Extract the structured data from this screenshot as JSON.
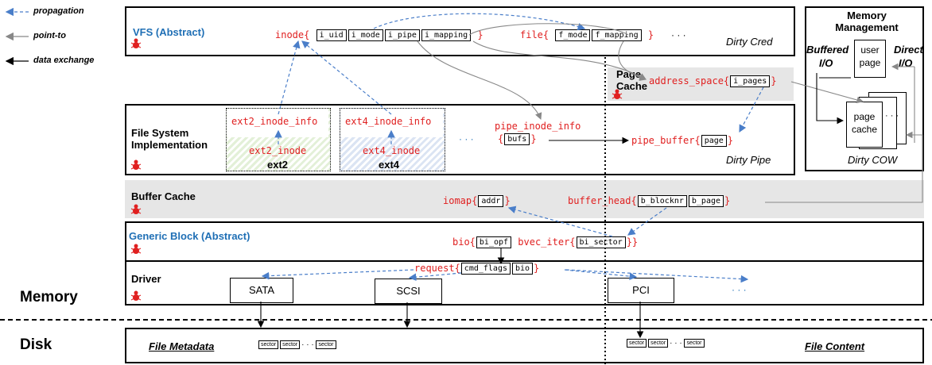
{
  "legend": {
    "propagation": "propagation",
    "point_to": "point-to",
    "data_exchange": "data exchange"
  },
  "left_labels": {
    "memory": "Memory",
    "disk": "Disk"
  },
  "vfs": {
    "title": "VFS (Abstract)",
    "dirty": "Dirty Cred",
    "inode_prefix": "inode{",
    "inode_fields": [
      "i_uid",
      "i_mode",
      "i_pipe",
      "i_mapping"
    ],
    "close": "}",
    "file_prefix": "file{",
    "file_fields": [
      "f_mode",
      "f_mapping"
    ],
    "ellipsis": "· · ·"
  },
  "page_cache": {
    "title": "Page Cache",
    "prefix": "address_space{",
    "field": "i_pages",
    "close": "}"
  },
  "fs_impl": {
    "title": "File System Implementation",
    "dirty": "Dirty Pipe",
    "ext2_info": "ext2_inode_info",
    "ext2_inode": "ext2_inode",
    "ext2": "ext2",
    "ext4_info": "ext4_inode_info",
    "ext4_inode": "ext4_inode",
    "ext4": "ext4",
    "ellipsis": "· · ·",
    "pipe_inode_info": "pipe_inode_info",
    "bufs_prefix": "{",
    "bufs": "bufs",
    "bufs_close": "}",
    "pipe_buffer_prefix": "pipe_buffer{",
    "page": "page",
    "pipe_buffer_close": "}"
  },
  "memory_mgmt": {
    "title": "Memory Management",
    "buffered": "Buffered",
    "io": "I/O",
    "direct": "Direct",
    "user_page": "user page",
    "page_cache": "page cache",
    "dots": "· · ·",
    "dirty": "Dirty COW"
  },
  "buffer_cache": {
    "title": "Buffer Cache",
    "iomap_prefix": "iomap{",
    "addr": "addr",
    "close": "}",
    "bh_prefix": "buffer_head{",
    "bh_fields": [
      "b_blocknr",
      "b_page"
    ]
  },
  "generic_block": {
    "title": "Generic Block (Abstract)",
    "bio_prefix": "bio{",
    "bi_opf": "bi_opf",
    "bvec_prefix": "bvec_iter{",
    "bi_sector": "bi_sector",
    "close2": "}}",
    "close": "}"
  },
  "driver": {
    "title": "Driver",
    "req_prefix": "request{",
    "fields": [
      "cmd_flags",
      "bio"
    ],
    "close": "}",
    "devices": [
      "SATA",
      "SCSI",
      "PCI"
    ],
    "ellipsis": "· · ·"
  },
  "disk": {
    "file_metadata": "File Metadata",
    "file_content": "File Content",
    "sector": "sector",
    "dots": "· · ·"
  },
  "colors": {
    "red": "#e02020",
    "blue": "#1f6fb5",
    "arrow_blue": "#4a7ec9",
    "gray_band": "#e6e6e6"
  }
}
